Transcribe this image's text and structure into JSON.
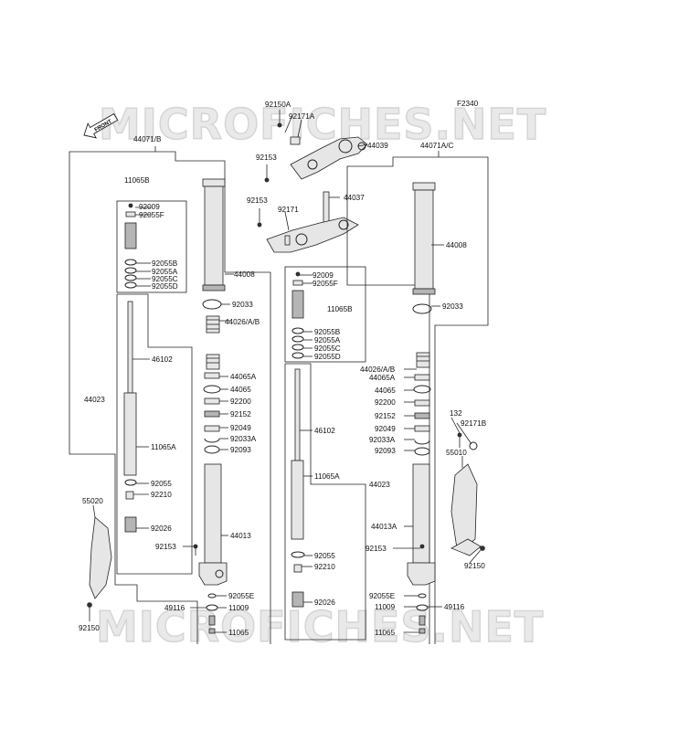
{
  "diagram": {
    "code": "F2340",
    "watermark": "MICROFICHES.NET",
    "front_label": "FRONT",
    "labels": [
      "92150A",
      "92171A",
      "44039",
      "92153",
      "44037",
      "92153",
      "92171",
      "44071/B",
      "11065B",
      "92009",
      "92055F",
      "92055B",
      "92055A",
      "92055C",
      "92055D",
      "44008",
      "92033",
      "44026/A/B",
      "46102",
      "44065A",
      "44023",
      "44065",
      "92200",
      "92152",
      "92049",
      "92033A",
      "92093",
      "11065A",
      "92055",
      "92210",
      "55020",
      "92026",
      "44013",
      "92153",
      "92055E",
      "49116",
      "11009",
      "11065",
      "92150",
      "44071A/C",
      "44008",
      "92009",
      "92055F",
      "11065B",
      "92055B",
      "92055A",
      "92055C",
      "92055D",
      "92033",
      "44026/A/B",
      "44065A",
      "44065",
      "92200",
      "92152",
      "92049",
      "92033A",
      "92093",
      "46102",
      "11065A",
      "44023",
      "92055",
      "92210",
      "92026",
      "44013A",
      "92153",
      "92055E",
      "11009",
      "49116",
      "11065",
      "132",
      "92171B",
      "55010",
      "92150"
    ]
  }
}
